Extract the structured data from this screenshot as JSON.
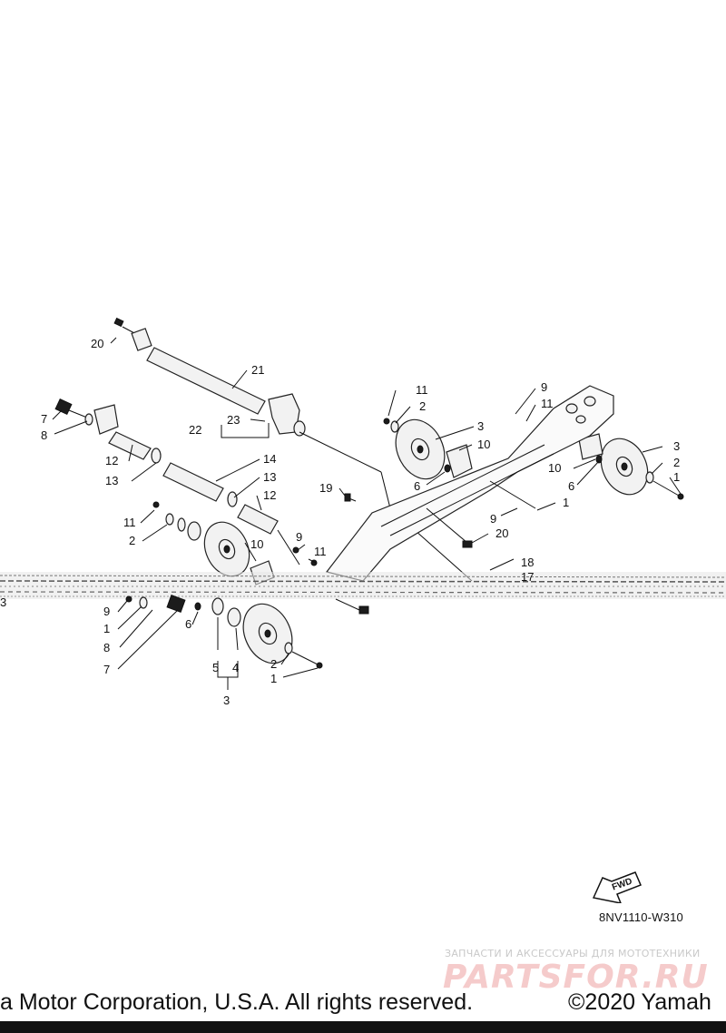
{
  "callouts": {
    "c20a": "20",
    "c21": "21",
    "c22": "22",
    "c23": "23",
    "c7a": "7",
    "c8a": "8",
    "c12a": "12",
    "c13a": "13",
    "c14": "14",
    "c13b": "13",
    "c12b": "12",
    "c11a": "11",
    "c2a": "2",
    "c10a": "10",
    "c11b": "11",
    "c2b": "2",
    "c3a": "3",
    "c10b": "10",
    "c6a": "6",
    "c9a": "9",
    "c11c": "11",
    "c3b": "3",
    "c10c": "10",
    "c2c": "2",
    "c1a": "1",
    "c6b": "6",
    "c19": "19",
    "c9b": "9",
    "c1b": "1",
    "c20b": "20",
    "c9c": "9",
    "c11d": "11",
    "c18": "18",
    "c17": "17",
    "c3c": "3",
    "c9d": "9",
    "c1c": "1",
    "c8b": "8",
    "c7b": "7",
    "c6c": "6",
    "c5": "5",
    "c4": "4",
    "c3d": "3",
    "c2d": "2",
    "c1d": "1"
  },
  "fwd_label": "FWD",
  "drawing_code": "8NV1110-W310",
  "watermark": {
    "tagline": "ЗАПЧАСТИ И АКСЕССУАРЫ ДЛЯ МОТОТЕХНИКИ",
    "logo": "PARTSFOR.RU"
  },
  "copyright_left": "a Motor Corporation, U.S.A. All rights reserved.",
  "copyright_right": "©2020 Yamah"
}
